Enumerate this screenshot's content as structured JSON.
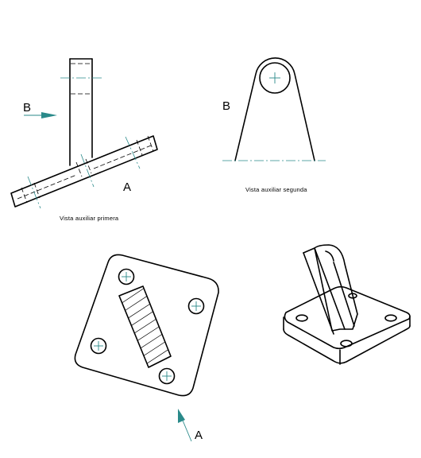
{
  "labels": {
    "view1_caption": "Vista auxiliar primera",
    "view2_caption": "Vista auxiliar segunda",
    "b_label_view1": "B",
    "b_label_view2": "B",
    "a_label_view1": "A",
    "a_label_plan": "A"
  },
  "colors": {
    "line": "#000000",
    "axis": "#2a8a8a",
    "background": "#ffffff"
  }
}
